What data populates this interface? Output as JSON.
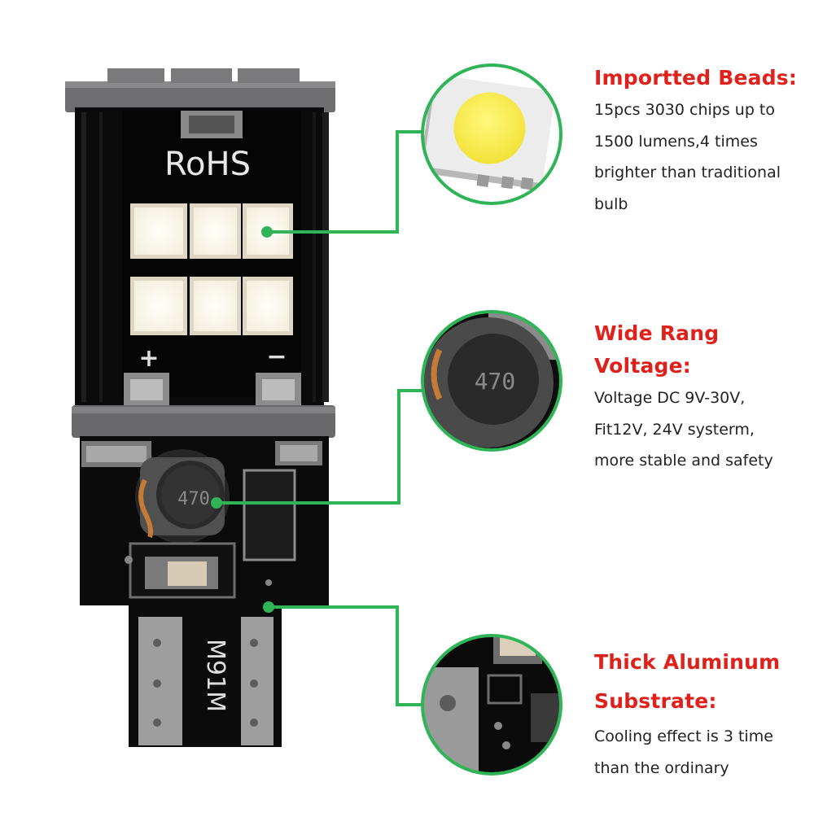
{
  "product": {
    "board_marks": {
      "rohs": "RoHS",
      "model": "M91M",
      "plus": "+",
      "minus": "−",
      "inductor_code": "470"
    }
  },
  "features": [
    {
      "title": "Importted Beads:",
      "lines": [
        "15pcs 3030 chips up to",
        "1500 lumens,4 times",
        "brighter than traditional",
        "bulb"
      ]
    },
    {
      "title": "Wide Rang Voltage:",
      "lines": [
        "Voltage DC 9V-30V,",
        "Fit12V, 24V systerm,",
        "more stable and safety"
      ]
    },
    {
      "title_lines": [
        "Thick Aluminum",
        "Substrate:"
      ],
      "lines": [
        "Cooling effect is 3 time",
        "than the ordinary"
      ]
    }
  ],
  "colors": {
    "heading": "#e0201b",
    "body_text": "#222222",
    "callout": "#2fb457",
    "pcb": "#0b0b0b",
    "led_chip": "#fff9e8",
    "collar": "#6a6a6c"
  }
}
